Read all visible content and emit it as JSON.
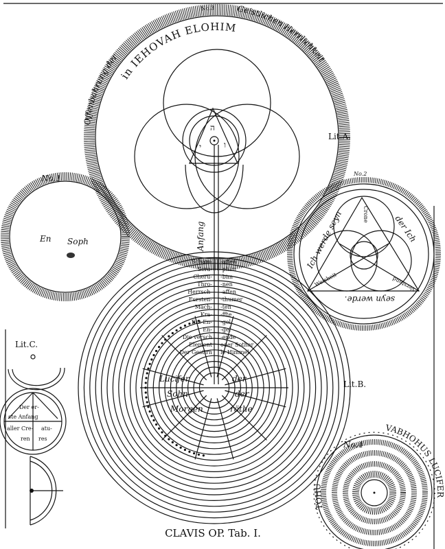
{
  "plate_caption": "CLAVIS OP. Tab. I.",
  "figure_top": {
    "number": "No.3",
    "banner_left": "Offenbahrung der",
    "banner_right": "Geistlichen Herrlichkeit",
    "inscription": "in IEHOVAH ELOHIM",
    "letter_label": "Lit.A.",
    "vertical_word": "Anfang",
    "glyphs": [
      "ה",
      "י",
      "ו"
    ]
  },
  "figure_left": {
    "number": "No.1",
    "words": [
      "En",
      "Soph"
    ]
  },
  "figure_right": {
    "number": "No.2",
    "words": [
      "Ich werde seyn",
      "der Ich",
      "Crone",
      "Weisheit",
      "Verstand",
      "seyn werde."
    ]
  },
  "figure_center": {
    "letter_label": "Lit.B.",
    "left_column": [
      "Scham-",
      "Sera-",
      "Cheru-",
      "Thro-",
      "Herrsch-",
      "Fursten-",
      "Mach-",
      "Kra-",
      "Erz-En-",
      "En-",
      "Die versch",
      "Element",
      "Der Gestirn"
    ],
    "right_column": [
      "-affen",
      "-phim",
      "-bim",
      "-nen",
      "-affen",
      "-thumer",
      "-ten",
      "-ffte",
      "-gel",
      "-gel",
      "-ende",
      "oder Sothar",
      "le Himmel"
    ],
    "center_words": [
      "Lucifer",
      "der",
      "Sohn",
      "der",
      "Morgen",
      "röthe"
    ]
  },
  "figure_lower_left": {
    "letter_label": "Lit.C.",
    "words": [
      "Der er-",
      "ste Anfang",
      "aller Cre-",
      "atu-",
      "ren",
      "res"
    ]
  },
  "figure_lower_right": {
    "number": "No.4",
    "arc_text": "VABHOHUS LUCIFER",
    "side_text": "TOHU"
  }
}
